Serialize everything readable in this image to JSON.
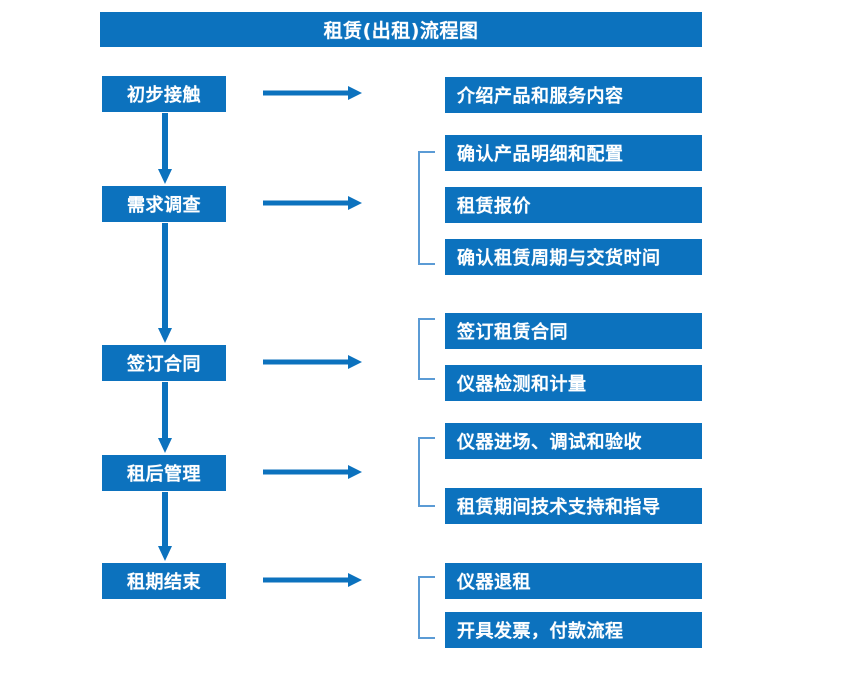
{
  "chart_data": {
    "type": "diagram",
    "title": "租赁(出租)流程图",
    "diagram_kind": "flowchart",
    "orientation": "vertical-with-branches",
    "colors": {
      "box_fill": "#0C72BE",
      "box_text": "#FFFFFF",
      "arrow": "#0C72BE",
      "bracket": "#5B9BD5",
      "background": "#FFFFFF"
    },
    "stages": [
      {
        "label": "初步接触",
        "details": [
          "介绍产品和服务内容"
        ],
        "bracket": false
      },
      {
        "label": "需求调查",
        "details": [
          "确认产品明细和配置",
          "租赁报价",
          "确认租赁周期与交货时间"
        ],
        "bracket": true
      },
      {
        "label": "签订合同",
        "details": [
          "签订租赁合同",
          "仪器检测和计量"
        ],
        "bracket": true
      },
      {
        "label": "租后管理",
        "details": [
          "仪器进场、调试和验收",
          "租赁期间技术支持和指导"
        ],
        "bracket": true
      },
      {
        "label": "租期结束",
        "details": [
          "仪器退租",
          "开具发票，付款流程"
        ],
        "bracket": true
      }
    ]
  },
  "header": {
    "title": "租赁(出租)流程图"
  },
  "stages": [
    {
      "label": "初步接触"
    },
    {
      "label": "需求调查"
    },
    {
      "label": "签订合同"
    },
    {
      "label": "租后管理"
    },
    {
      "label": "租期结束"
    }
  ],
  "details": {
    "group1": [
      {
        "label": "介绍产品和服务内容"
      }
    ],
    "group2": [
      {
        "label": "确认产品明细和配置"
      },
      {
        "label": "租赁报价"
      },
      {
        "label": "确认租赁周期与交货时间"
      }
    ],
    "group3": [
      {
        "label": "签订租赁合同"
      },
      {
        "label": "仪器检测和计量"
      }
    ],
    "group4": [
      {
        "label": "仪器进场、调试和验收"
      },
      {
        "label": "租赁期间技术支持和指导"
      }
    ],
    "group5": [
      {
        "label": "仪器退租"
      },
      {
        "label": "开具发票，付款流程"
      }
    ]
  }
}
